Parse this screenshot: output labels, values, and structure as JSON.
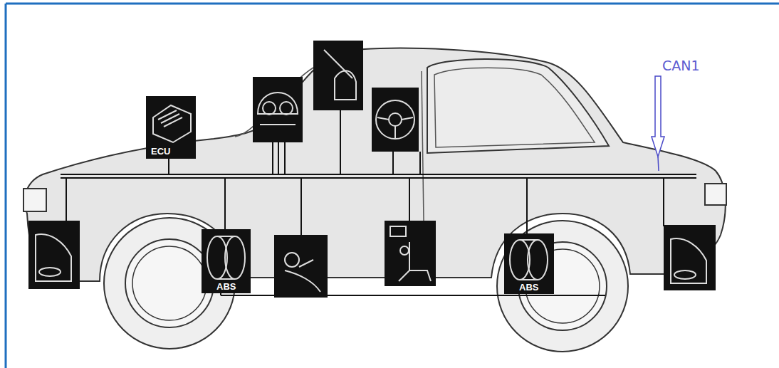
{
  "diagram": {
    "labels": [
      "ECU",
      "ABS",
      "ABS",
      "CAN1"
    ]
  }
}
